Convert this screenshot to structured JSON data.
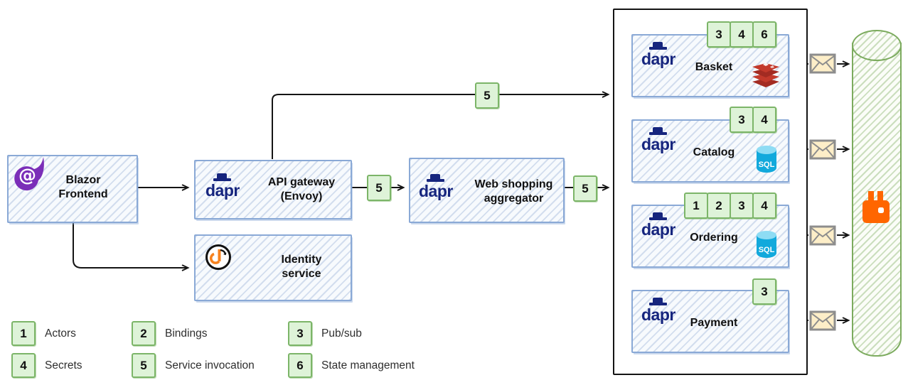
{
  "palette": {
    "badge_green_bg": "#def3d8",
    "badge_green_border": "#7cb568",
    "box_blue_border": "#8aa9d6",
    "dapr_navy": "#16257e",
    "container_black": "#141414",
    "bus_green_border": "#7cab5e",
    "rabbitmq_orange": "#ff6600",
    "redis_red": "#b5342a",
    "sql_cyan": "#12a9dc",
    "envelope_cream": "#fdeec8",
    "blazor_purple": "#7b2eb8",
    "identity_orange": "#f6821f"
  },
  "nodes": {
    "blazor_frontend": {
      "label": "Blazor\nFrontend"
    },
    "api_gateway": {
      "label": "API gateway\n(Envoy)"
    },
    "identity_service": {
      "label": "Identity\nservice"
    },
    "web_shopping_aggregator": {
      "label": "Web shopping\naggregator"
    },
    "basket": {
      "label": "Basket",
      "badges": [
        "3",
        "4",
        "6"
      ]
    },
    "catalog": {
      "label": "Catalog",
      "badges": [
        "3",
        "4"
      ]
    },
    "ordering": {
      "label": "Ordering",
      "badges": [
        "1",
        "2",
        "3",
        "4"
      ]
    },
    "payment": {
      "label": "Payment",
      "badges": [
        "3"
      ]
    }
  },
  "logos": {
    "dapr": "dapr",
    "sql": "SQL"
  },
  "connectors": {
    "gateway_to_services_badge": "5",
    "gateway_to_aggregator_badge": "5",
    "aggregator_to_services_badge": "5"
  },
  "legend": {
    "items": [
      {
        "num": "1",
        "label": "Actors"
      },
      {
        "num": "2",
        "label": "Bindings"
      },
      {
        "num": "3",
        "label": "Pub/sub"
      },
      {
        "num": "4",
        "label": "Secrets"
      },
      {
        "num": "5",
        "label": "Service invocation"
      },
      {
        "num": "6",
        "label": "State management"
      }
    ]
  }
}
